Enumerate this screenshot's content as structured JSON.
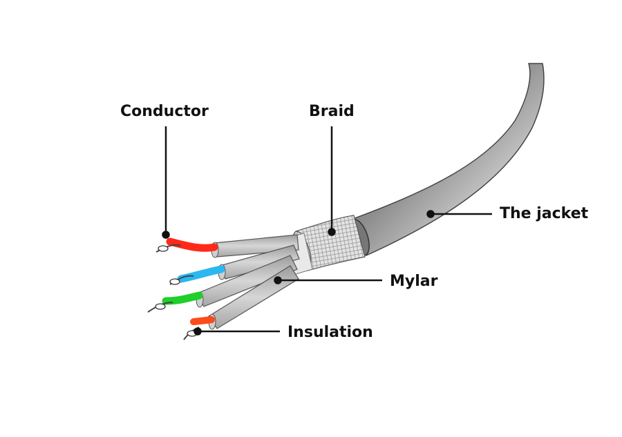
{
  "labels": {
    "conductor": "Conductor",
    "braid": "Braid",
    "jacket": "The jacket",
    "mylar": "Mylar",
    "insulation": "Insulation"
  },
  "colors": {
    "jacket": "#8a8a8a",
    "jacket_highlight": "#cfcfcf",
    "pair_sheath": "#bdbdbd",
    "conductor_red": "#ff2a1a",
    "conductor_blue": "#2ab8f0",
    "conductor_green": "#1fcf2a",
    "conductor_orange": "#ff4a1a",
    "leader": "#111111"
  }
}
